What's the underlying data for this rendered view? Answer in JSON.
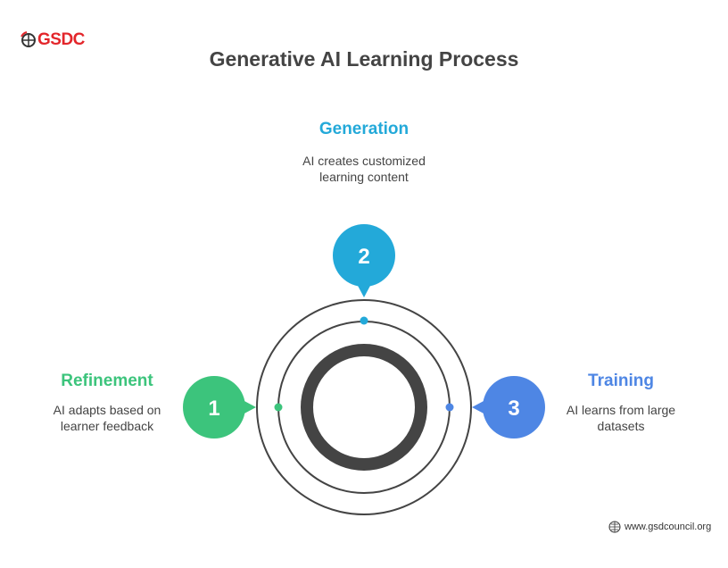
{
  "logo": {
    "text": "GSDC"
  },
  "title": "Generative AI Learning Process",
  "steps": [
    {
      "number": "1",
      "heading": "Refinement",
      "description": "AI adapts based on learner feedback",
      "color": "#3cc47c"
    },
    {
      "number": "2",
      "heading": "Generation",
      "description": "AI creates customized learning content",
      "color": "#23a9d9"
    },
    {
      "number": "3",
      "heading": "Training",
      "description": "AI learns from large datasets",
      "color": "#4e86e4"
    }
  ],
  "footer": {
    "url": "www.gsdcouncil.org"
  }
}
